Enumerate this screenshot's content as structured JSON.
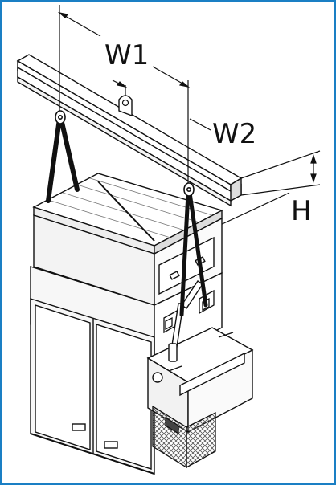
{
  "diagram": {
    "labels": {
      "w1": "W1",
      "w2": "W2",
      "h": "H"
    },
    "colors": {
      "border": "#1a7fc4",
      "line": "#111111",
      "strap": "#111111",
      "mesh": "#555555"
    }
  }
}
